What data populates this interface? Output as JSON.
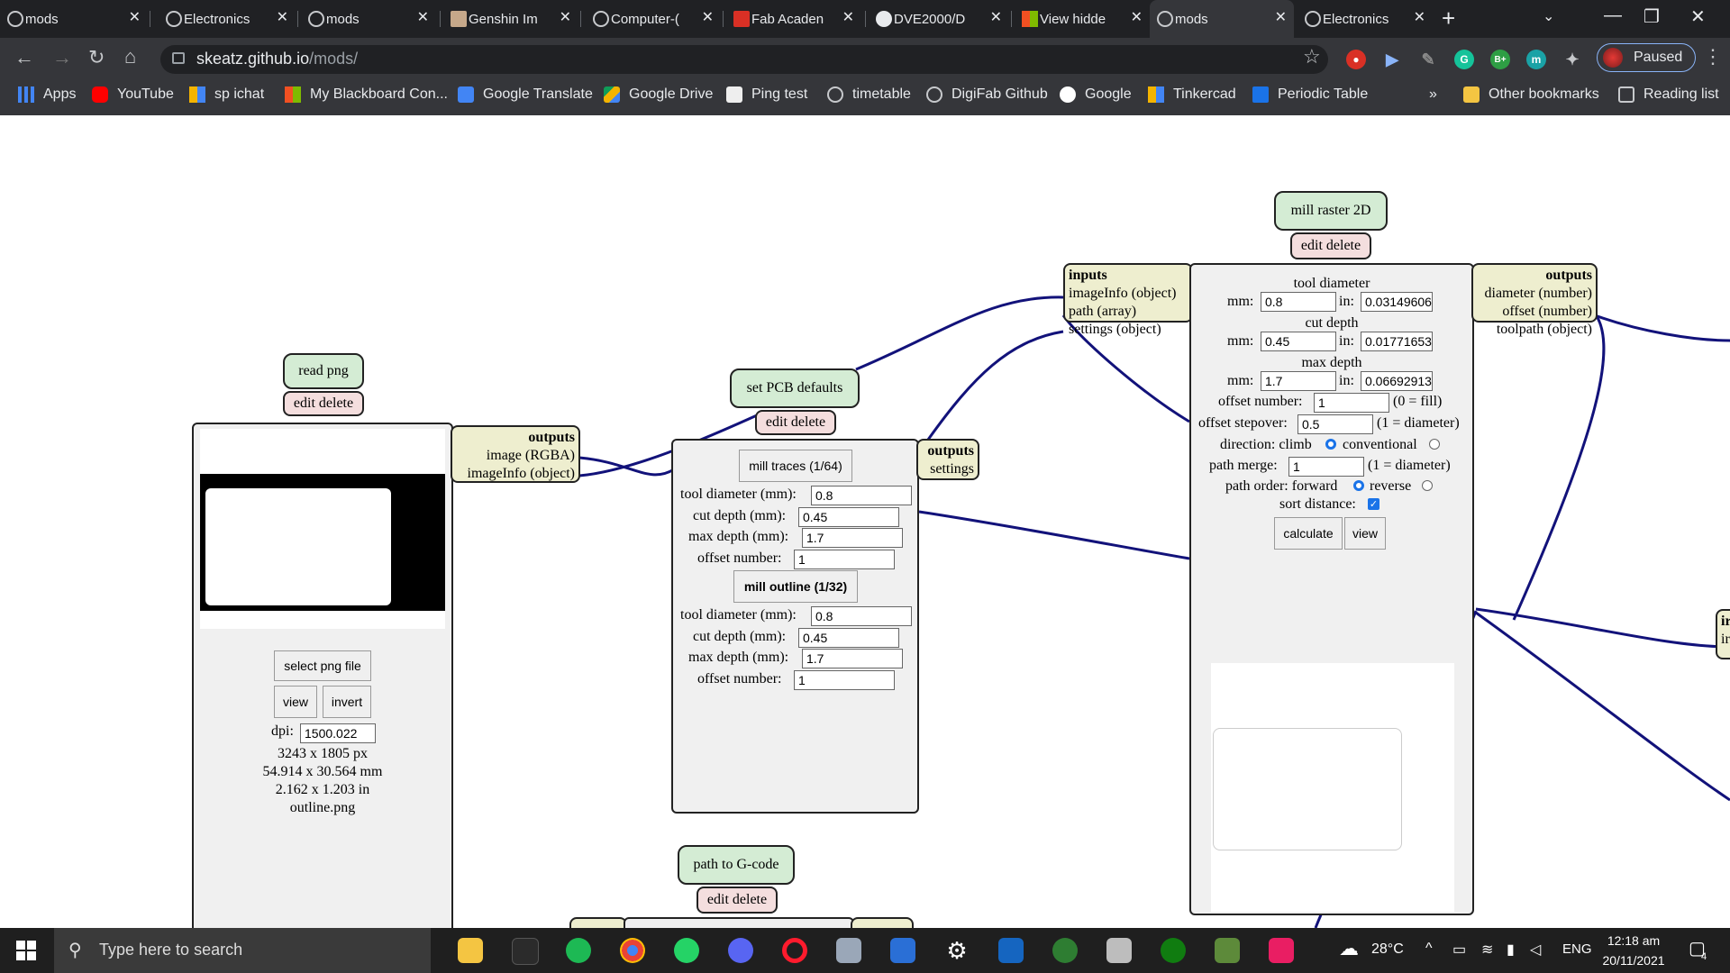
{
  "tabs": [
    {
      "label": "mods",
      "favicon": "globe-icon"
    },
    {
      "label": "Electronics",
      "favicon": "globe-icon"
    },
    {
      "label": "mods",
      "favicon": "globe-icon"
    },
    {
      "label": "Genshin Im",
      "favicon": "image-favicon-icon"
    },
    {
      "label": "Computer-(",
      "favicon": "globe-icon"
    },
    {
      "label": "Fab Acaden",
      "favicon": "fab-academy-icon"
    },
    {
      "label": "DVE2000/D",
      "favicon": "github-icon"
    },
    {
      "label": "View hidde",
      "favicon": "microsoft-icon"
    },
    {
      "label": "mods",
      "favicon": "globe-icon"
    },
    {
      "label": "Electronics",
      "favicon": "globe-icon"
    }
  ],
  "active_tab_index": 8,
  "toolbar": {
    "url_host": "skeatz.github.io",
    "url_path": "/mods/",
    "profile_status": "Paused"
  },
  "bookmarks": [
    {
      "label": "Apps",
      "color": "#4285f4"
    },
    {
      "label": "YouTube",
      "color": "#ff0000"
    },
    {
      "label": "sp ichat",
      "color": "#f4b400"
    },
    {
      "label": "My Blackboard Con...",
      "color": "#7fba00"
    },
    {
      "label": "Google Translate",
      "color": "#4285f4"
    },
    {
      "label": "Google Drive",
      "color": "#0f9d58"
    },
    {
      "label": "Ping test",
      "color": "#eeeeee"
    },
    {
      "label": "timetable",
      "color": "#c7c9cc"
    },
    {
      "label": "DigiFab Github",
      "color": "#c7c9cc"
    },
    {
      "label": "Google",
      "color": "#ffffff"
    },
    {
      "label": "Tinkercad",
      "color": "#f4b400"
    },
    {
      "label": "Periodic Table",
      "color": "#1a73e8"
    }
  ],
  "bookmarks_overflow": "»",
  "other_bookmarks": "Other bookmarks",
  "reading_list": "Reading list",
  "read_png": {
    "title": "read png",
    "edit_delete": "edit delete",
    "select_button": "select png file",
    "view_button": "view",
    "invert_button": "invert",
    "dpi_label": "dpi:",
    "dpi_value": "1500.022",
    "px_size": "3243 x 1805 px",
    "mm_size": "54.914 x 30.564 mm",
    "in_size": "2.162 x 1.203 in",
    "filename": "outline.png",
    "outputs": {
      "header": "outputs",
      "items": [
        "image (RGBA)",
        "imageInfo (object)"
      ]
    }
  },
  "set_pcb": {
    "title": "set PCB defaults",
    "edit_delete": "edit delete",
    "traces_button": "mill traces (1/64)",
    "outline_button": "mill outline (1/32)",
    "traces": {
      "tool_diameter_label": "tool diameter (mm):",
      "tool_diameter": "0.8",
      "cut_depth_label": "cut depth (mm):",
      "cut_depth": "0.45",
      "max_depth_label": "max depth (mm):",
      "max_depth": "1.7",
      "offset_number_label": "offset number:",
      "offset_number": "1"
    },
    "outline": {
      "tool_diameter_label": "tool diameter (mm):",
      "tool_diameter": "0.8",
      "cut_depth_label": "cut depth (mm):",
      "cut_depth": "0.45",
      "max_depth_label": "max depth (mm):",
      "max_depth": "1.7",
      "offset_number_label": "offset number:",
      "offset_number": "1"
    },
    "outputs": {
      "header": "outputs",
      "items": [
        "settings"
      ]
    }
  },
  "mill_raster": {
    "title": "mill raster 2D",
    "edit_delete": "edit delete",
    "inputs": {
      "header": "inputs",
      "items": [
        "imageInfo (object)",
        "path (array)",
        "settings (object)"
      ]
    },
    "outputs": {
      "header": "outputs",
      "items": [
        "diameter (number)",
        "offset (number)",
        "toolpath (object)"
      ]
    },
    "tool_diameter_head": "tool diameter",
    "tool_mm": "0.8",
    "tool_in": "0.03149606",
    "cut_depth_head": "cut depth",
    "cut_mm": "0.45",
    "cut_in": "0.01771653",
    "max_depth_head": "max depth",
    "max_mm": "1.7",
    "max_in": "0.06692913",
    "mm_label": "mm:",
    "in_label": "in:",
    "offset_number_label": "offset number:",
    "offset_number": "1",
    "offset_number_note": "(0 = fill)",
    "offset_stepover_label": "offset stepover:",
    "offset_stepover": "0.5",
    "offset_stepover_note": "(1 = diameter)",
    "direction_label": "direction: climb",
    "conventional_label": "conventional",
    "path_merge_label": "path merge:",
    "path_merge": "1",
    "path_merge_note": "(1 = diameter)",
    "path_order_label": "path order: forward",
    "reverse_label": "reverse",
    "sort_distance_label": "sort distance:",
    "calculate_button": "calculate",
    "view_button": "view"
  },
  "path_gcode": {
    "title": "path to G-code",
    "edit_delete": "edit delete"
  },
  "partial_right": {
    "text1": "ir",
    "text2": "ir"
  },
  "taskbar": {
    "search_placeholder": "Type here to search",
    "temperature": "28°C",
    "language": "ENG",
    "time": "12:18 am",
    "date": "20/11/2021",
    "notification_count": "4"
  }
}
